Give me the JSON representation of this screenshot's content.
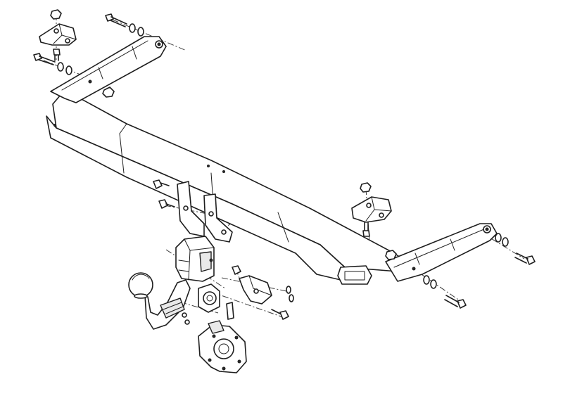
{
  "diagram": {
    "background": "#ffffff",
    "line_color": "#1e1e1e",
    "components": [
      "towbar-crossmember",
      "left-side-arm",
      "right-side-arm",
      "left-mounting-bracket",
      "right-mounting-bracket",
      "socket-bracket",
      "detachable-ball-mechanism",
      "tow-ball-neck",
      "electrical-socket-plate",
      "mounting-bolts",
      "washers",
      "nuts"
    ]
  }
}
